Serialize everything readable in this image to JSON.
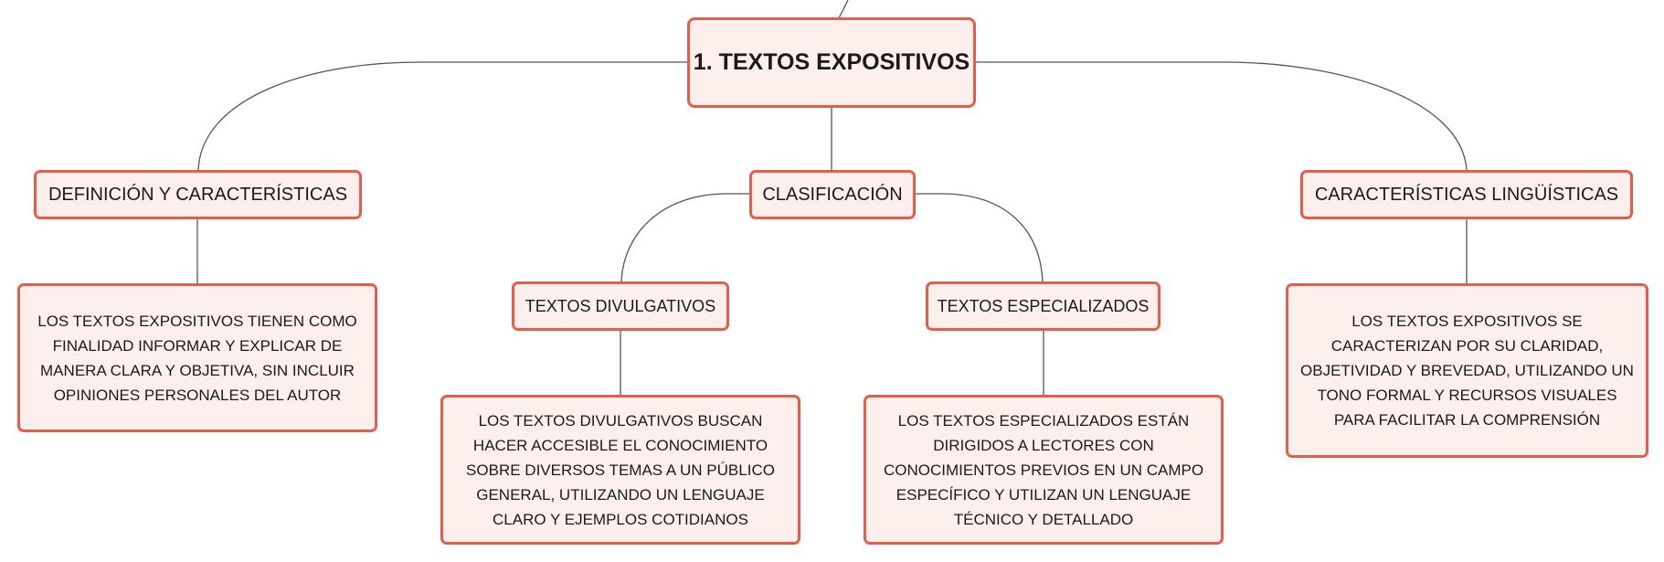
{
  "diagram": {
    "type": "mind-map",
    "colors": {
      "border": "#e65d4c",
      "fill": "#fdf0ec",
      "text": "#1a1a1a",
      "connector": "#555555"
    },
    "root": {
      "label": "1. TEXTOS EXPOSITIVOS"
    },
    "branches": {
      "definicion": {
        "label": "DEFINICIÓN Y CARACTERÍSTICAS",
        "detail": "LOS TEXTOS EXPOSITIVOS TIENEN COMO FINALIDAD INFORMAR Y EXPLICAR DE MANERA CLARA Y OBJETIVA, SIN INCLUIR OPINIONES PERSONALES DEL AUTOR"
      },
      "clasificacion": {
        "label": "CLASIFICACIÓN",
        "divulgativos": {
          "label": "TEXTOS DIVULGATIVOS",
          "detail": "LOS TEXTOS DIVULGATIVOS BUSCAN HACER ACCESIBLE EL CONOCIMIENTO SOBRE DIVERSOS TEMAS A UN PÚBLICO GENERAL, UTILIZANDO UN LENGUAJE CLARO Y EJEMPLOS COTIDIANOS"
        },
        "especializados": {
          "label": "TEXTOS ESPECIALIZADOS",
          "detail": "LOS TEXTOS ESPECIALIZADOS ESTÁN DIRIGIDOS A LECTORES CON CONOCIMIENTOS PREVIOS EN UN CAMPO ESPECÍFICO Y UTILIZAN UN LENGUAJE TÉCNICO Y DETALLADO"
        }
      },
      "linguisticas": {
        "label": "CARACTERÍSTICAS LINGÜÍSTICAS",
        "detail": "LOS TEXTOS EXPOSITIVOS SE CARACTERIZAN POR SU CLARIDAD, OBJETIVIDAD Y BREVEDAD, UTILIZANDO UN TONO FORMAL Y RECURSOS VISUALES PARA FACILITAR LA COMPRENSIÓN"
      }
    }
  }
}
